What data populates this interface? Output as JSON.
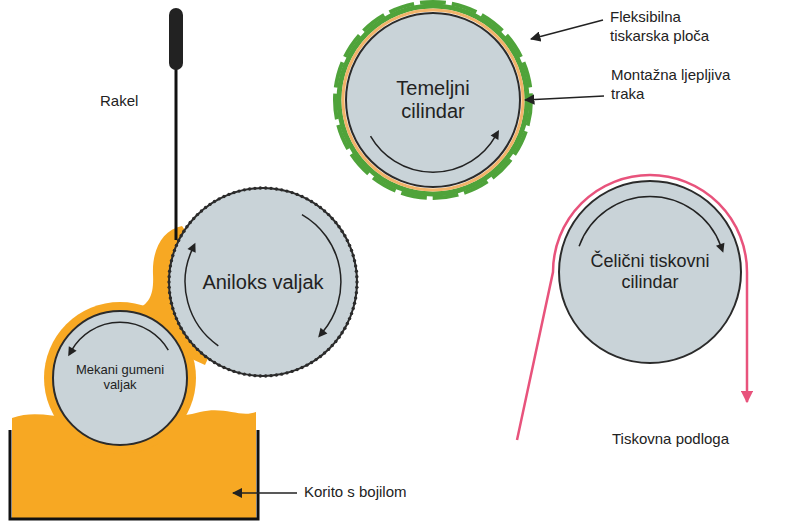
{
  "diagram": {
    "nodes": [
      {
        "text": [
          "Temeljni cilindar"
        ]
      },
      {
        "text": [
          "Aniloks valjak"
        ]
      },
      {
        "text": [
          "Čelični tiskovni cilindar"
        ]
      },
      {
        "text": [
          "Mekani gumeni valjak"
        ]
      }
    ],
    "labels": [
      "Fleksibilna tiskarska ploča",
      "Montažna ljepljiva traka",
      "Rakel",
      "Tiskovna podloga",
      "Korito s bojilom"
    ]
  }
}
